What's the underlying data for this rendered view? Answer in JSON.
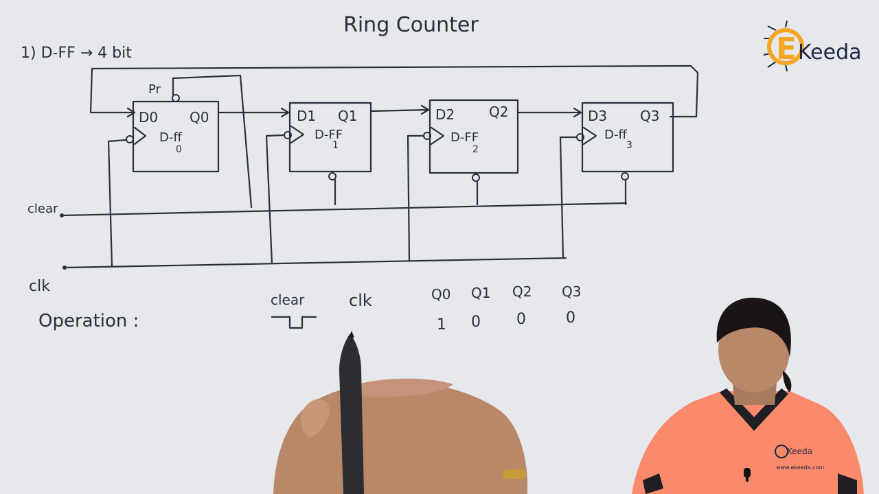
{
  "title": "Ring Counter",
  "subtitle": "1) D-FF → 4 bit",
  "preset_label": "Pr",
  "clear_label": "clear",
  "clk_label": "clk",
  "operation_label": "Operation :",
  "flipflops": [
    {
      "d": "D0",
      "q": "Q0",
      "name": "D-ff",
      "index": "0"
    },
    {
      "d": "D1",
      "q": "Q1",
      "name": "D-FF",
      "index": "1"
    },
    {
      "d": "D2",
      "q": "Q2",
      "name": "D-FF",
      "index": "2"
    },
    {
      "d": "D3",
      "q": "Q3",
      "name": "D-ff",
      "index": "3"
    }
  ],
  "table": {
    "headers": [
      "clear",
      "clk",
      "Q0",
      "Q1",
      "Q2",
      "Q3"
    ],
    "row1": {
      "q0": "1",
      "q1": "0",
      "q2": "0",
      "q3": "0"
    }
  },
  "logo": {
    "text": "Keeda",
    "letter": "E"
  },
  "shirt_logo": "Keeda",
  "shirt_url": "www.ekeeda.com",
  "colors": {
    "board": "#e6e8ec",
    "ink": "#2a2f3a",
    "logo_orange": "#f5a623",
    "shirt": "#f98a6c",
    "skin": "#b88868"
  },
  "icons": [
    "ekeeda-logo-icon",
    "pen-icon",
    "hand-icon",
    "presenter-image",
    "microphone-icon"
  ]
}
